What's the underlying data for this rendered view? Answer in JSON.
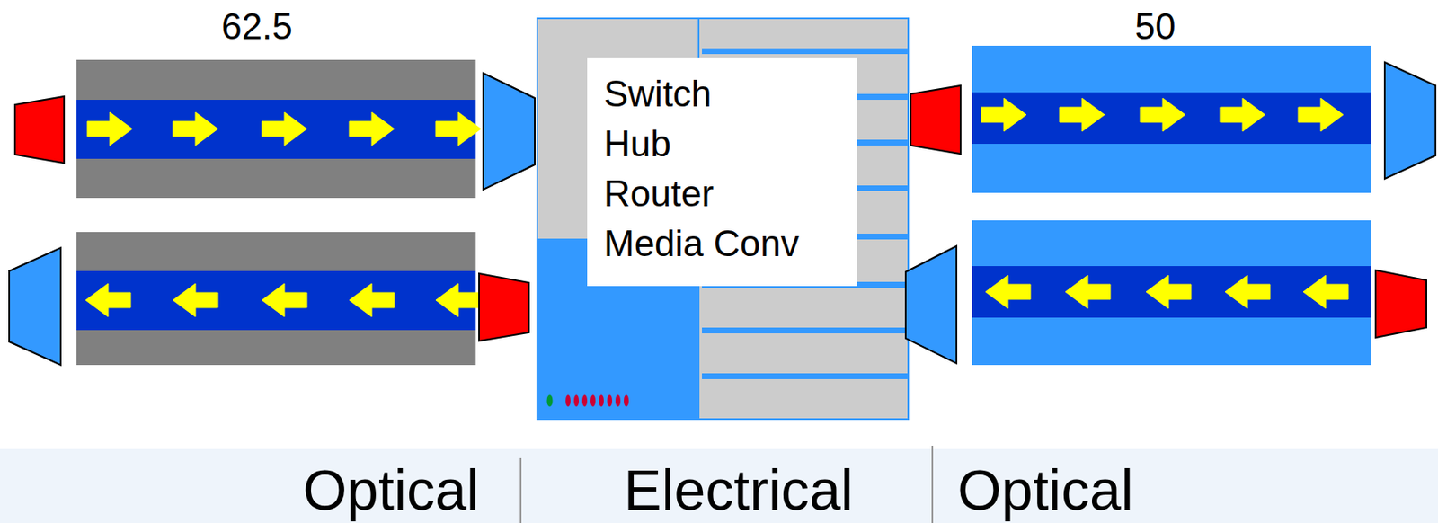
{
  "diagram": {
    "nodes": [
      {
        "text": [
          "Switch",
          "Hub",
          "Router",
          "Media Conv"
        ]
      }
    ],
    "labels": [
      "62.5",
      "50",
      "Optical",
      "Electrical",
      "Optical"
    ]
  }
}
